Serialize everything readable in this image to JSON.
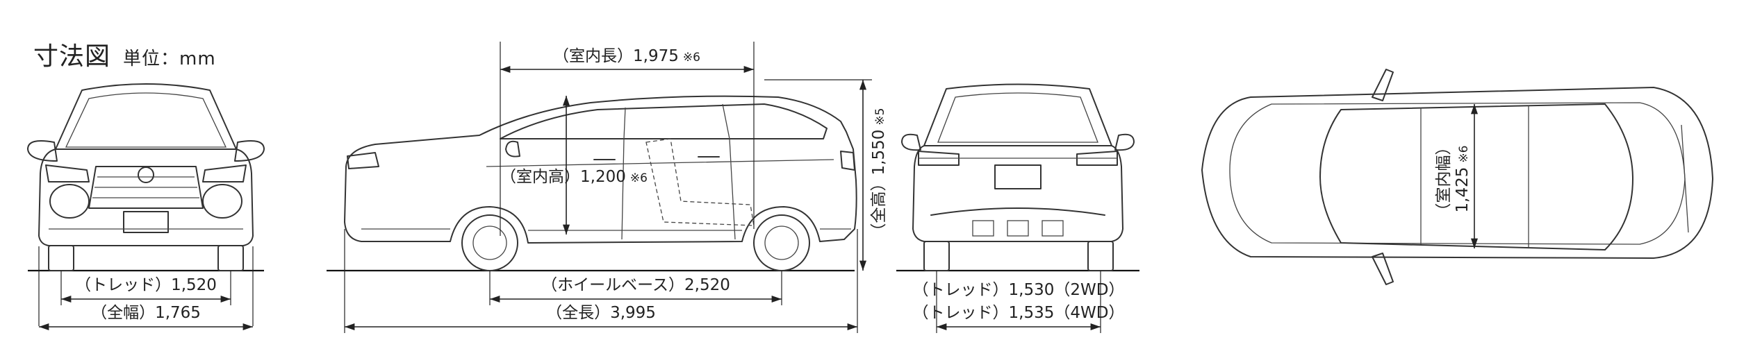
{
  "header": {
    "title": "寸法図",
    "unit": "単位：mm"
  },
  "front": {
    "tread_label": "（トレッド）",
    "tread_value": "1,520",
    "width_label": "（全幅）",
    "width_value": "1,765"
  },
  "side": {
    "interior_length_label": "（室内長）",
    "interior_length_value": "1,975",
    "interior_length_note": "※6",
    "interior_height_label": "（室内高）",
    "interior_height_value": "1,200",
    "interior_height_note": "※6",
    "height_label": "（全高）",
    "height_value": "1,550",
    "height_note": "※5",
    "wheelbase_label": "（ホイールベース）",
    "wheelbase_value": "2,520",
    "length_label": "（全長）",
    "length_value": "3,995"
  },
  "rear": {
    "tread_2wd_label": "（トレッド）",
    "tread_2wd_value": "1,530",
    "tread_2wd_drive": "（2WD）",
    "tread_4wd_label": "（トレッド）",
    "tread_4wd_value": "1,535",
    "tread_4wd_drive": "（4WD）"
  },
  "top": {
    "interior_width_label": "（室内幅）",
    "interior_width_value": "1,425",
    "interior_width_note": "※6"
  }
}
